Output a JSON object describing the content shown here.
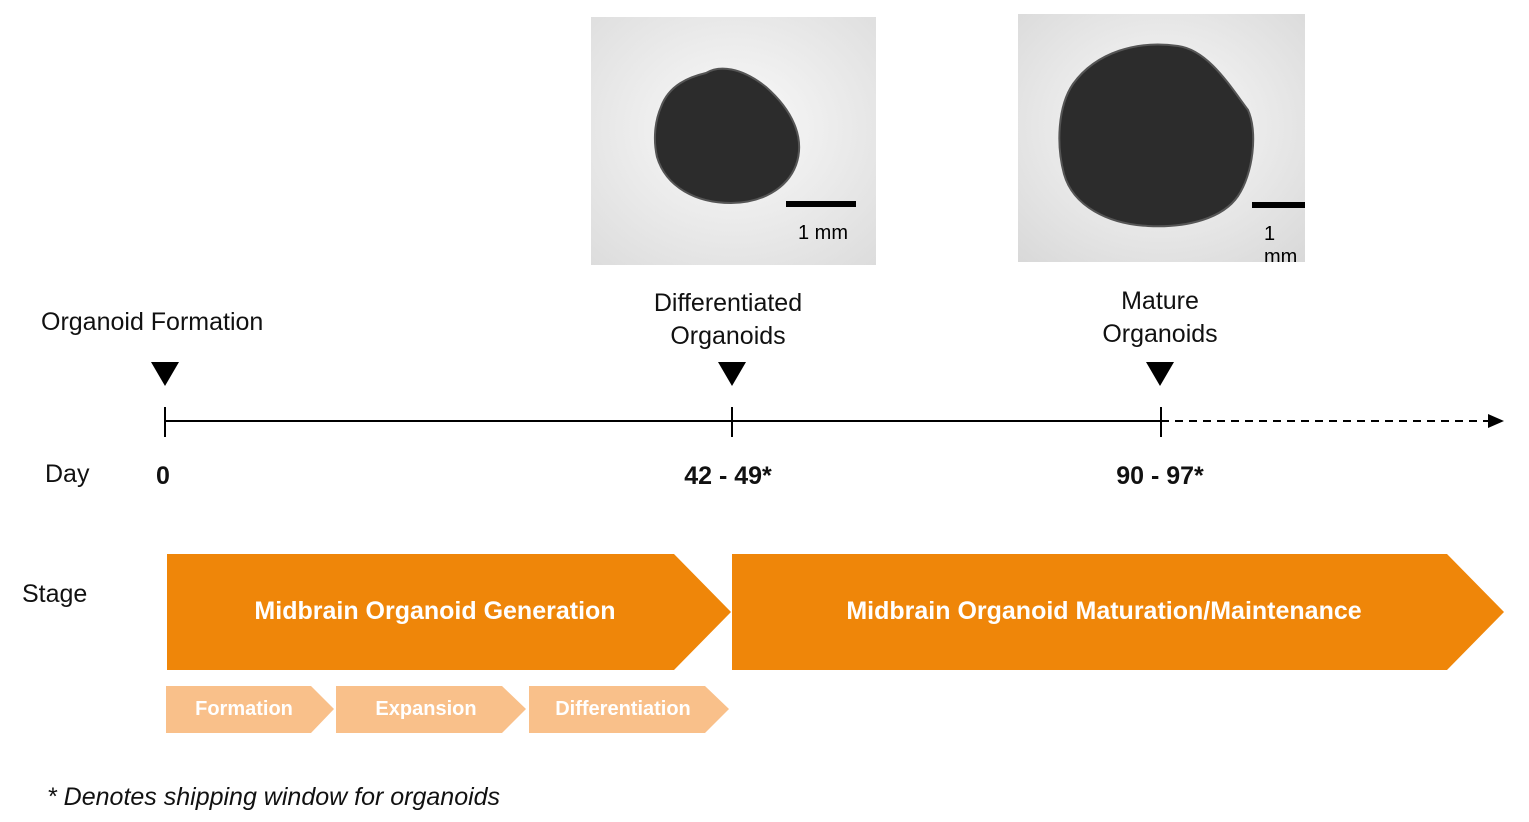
{
  "images": [
    {
      "id": "differentiated",
      "scale_label": "1 mm"
    },
    {
      "id": "mature",
      "scale_label": "1 mm"
    }
  ],
  "milestones": {
    "formation": "Organoid Formation",
    "differentiated_line1": "Differentiated",
    "differentiated_line2": "Organoids",
    "mature_line1": "Mature",
    "mature_line2": "Organoids"
  },
  "timeline": {
    "day_label": "Day",
    "ticks": [
      "0",
      "42 - 49*",
      "90 - 97*"
    ]
  },
  "stage": {
    "label": "Stage",
    "main": [
      "Midbrain Organoid Generation",
      "Midbrain Organoid Maturation/Maintenance"
    ],
    "sub": [
      "Formation",
      "Expansion",
      "Differentiation"
    ]
  },
  "footnote": "* Denotes shipping window for organoids",
  "colors": {
    "stage_main": "#ef8609",
    "stage_sub": "#f9c08a",
    "organoid": "#2c2c2c",
    "photo_bg": "#efefef"
  }
}
